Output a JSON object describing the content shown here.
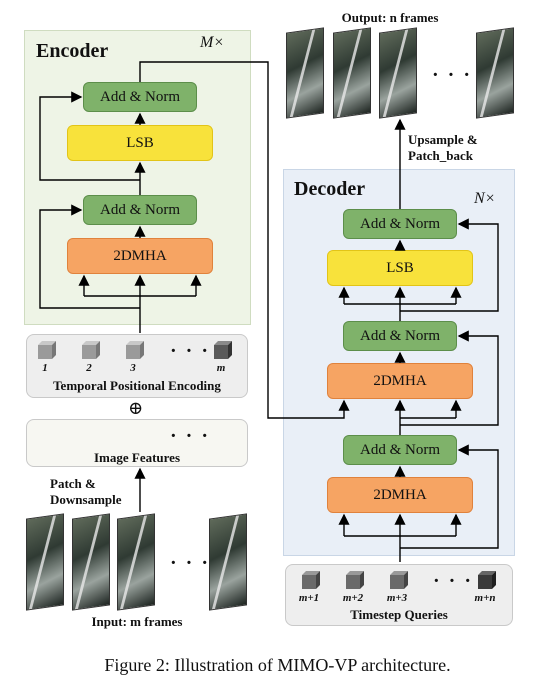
{
  "encoder": {
    "title": "Encoder",
    "repeat": "M×",
    "add_norm_top": "Add & Norm",
    "lsb": "LSB",
    "add_norm_bottom": "Add & Norm",
    "mha": "2DMHA"
  },
  "decoder": {
    "title": "Decoder",
    "repeat": "N×",
    "add_norm_1": "Add & Norm",
    "lsb": "LSB",
    "add_norm_2": "Add & Norm",
    "mha_1": "2DMHA",
    "add_norm_3": "Add & Norm",
    "mha_2": "2DMHA"
  },
  "temporal": {
    "labels": [
      "1",
      "2",
      "3",
      "m"
    ],
    "dots": "· · ·",
    "caption": "Temporal Positional Encoding"
  },
  "plus": "⊕",
  "image_features": {
    "dots": "· · ·",
    "caption": "Image Features",
    "colors": [
      "#1f3e8a",
      "#2f7fd0",
      "#7ed35a",
      "#b01515"
    ]
  },
  "patch_label": {
    "line1": "Patch &",
    "line2": "Downsample"
  },
  "input": {
    "caption": "Input: m frames",
    "dots": "· · ·"
  },
  "output": {
    "caption": "Output: n frames",
    "dots": "· · ·"
  },
  "upsample_label": {
    "line1": "Upsample &",
    "line2": "Patch_back"
  },
  "timestep": {
    "labels": [
      "m+1",
      "m+2",
      "m+3",
      "m+n"
    ],
    "dots": "· · ·",
    "caption": "Timestep Queries"
  },
  "figure_caption": "Figure 2: Illustration of MIMO-VP architecture."
}
